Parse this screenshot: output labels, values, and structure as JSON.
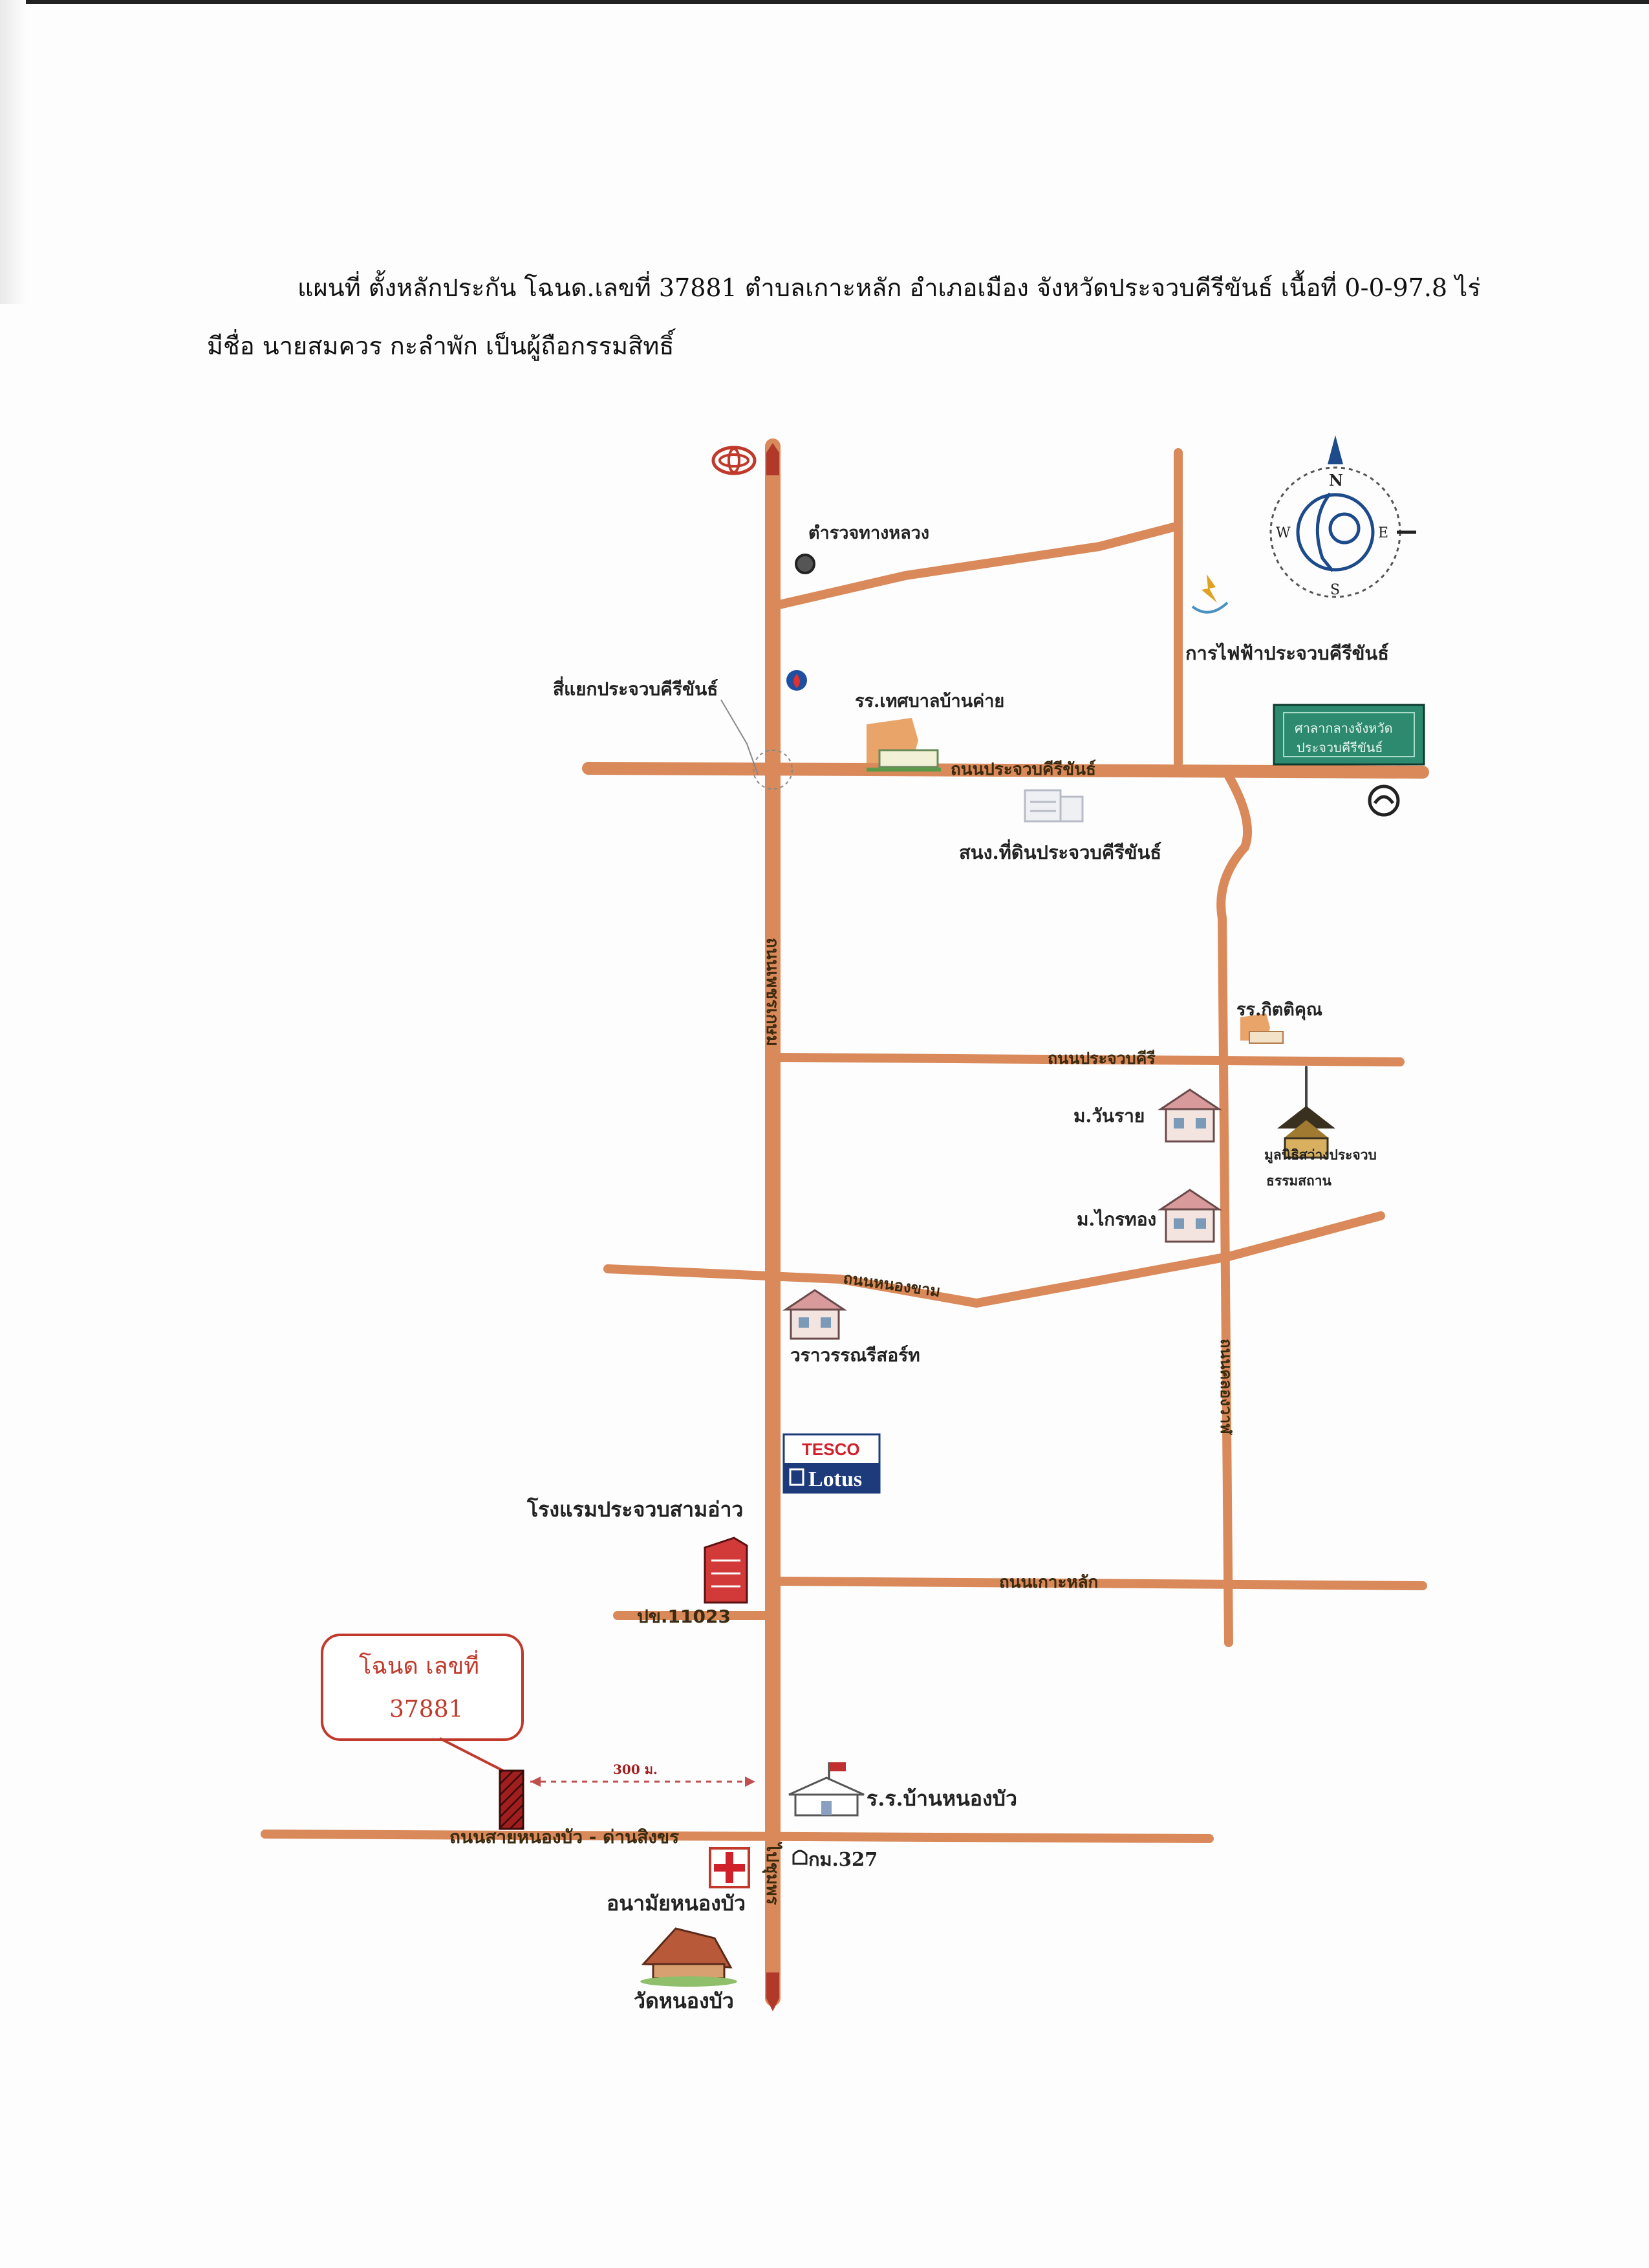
{
  "document": {
    "title_line1": "แผนที่ ตั้งหลักประกัน โฉนด.เลขที่ 37881 ตำบลเกาะหลัก อำเภอเมือง จังหวัดประจวบคีรีขันธ์ เนื้อที่ 0-0-97.8 ไร่",
    "title_line2": "มีชื่อ นายสมควร  กะลำพัก เป็นผู้ถือกรรมสิทธิ์"
  },
  "map": {
    "colors": {
      "road": "#d9895a",
      "road_edge": "#c47546",
      "arrow": "#b0392a",
      "callout": "#c0392b",
      "plot": "#8b1a1a"
    },
    "compass": {
      "n": "N",
      "s": "S",
      "e": "E",
      "w": "W"
    },
    "landmarks": {
      "police": "ตำรวจทางหลวง",
      "electricity": "การไฟฟ้าประจวบคีรีขันธ์",
      "intersection": "สี่แยกประจวบคีรีขันธ์",
      "municipal_school": "รร.เทศบาลบ้านค่าย",
      "land_office": "สนง.ที่ดินประจวบคีรีขันธ์",
      "green_sign_line1": "ศาลากลางจังหวัด",
      "green_sign_line2": "ประจวบคีรีขันธ์",
      "kittikun_school": "รร.กิตติคุณ",
      "village_wanrai": "ม.วันราย",
      "foundation_line1": "มูลนิธิสว่างประจวบ",
      "foundation_line2": "ธรรมสถาน",
      "village_kraithong": "ม.ไกรทอง",
      "resort": "วราวรรณรีสอร์ท",
      "tesco_top": "TESCO",
      "tesco_bottom": "Lotus",
      "hotel": "โรงแรมประจวบสามอ่าว",
      "nongbua_school": "ร.ร.บ้านหนองบัว",
      "km": "กม.327",
      "health_center": "อนามัยหนองบัว",
      "temple": "วัดหนองบัว"
    },
    "roads": {
      "prachuap_road": "ถนนประจวบคีรีขันธ์",
      "prachuap_khiri_road": "ถนนประจวบคีรี",
      "phetkasem": "ถนนเพชรเกษม",
      "nong_kham_road": "ถนนหนองขาม",
      "ko_lak_road": "ถนนเกาะหลัก",
      "east_road": "ถนนคลองวาฬ",
      "road_11023": "ปข.11023",
      "south_road": "ถนนสายหนองบัว - ด่านสิงขร",
      "to_south": "ไปชุมพร"
    },
    "distance": "300 ม.",
    "callout_line1": "โฉนด เลขที่",
    "callout_line2": "37881"
  }
}
